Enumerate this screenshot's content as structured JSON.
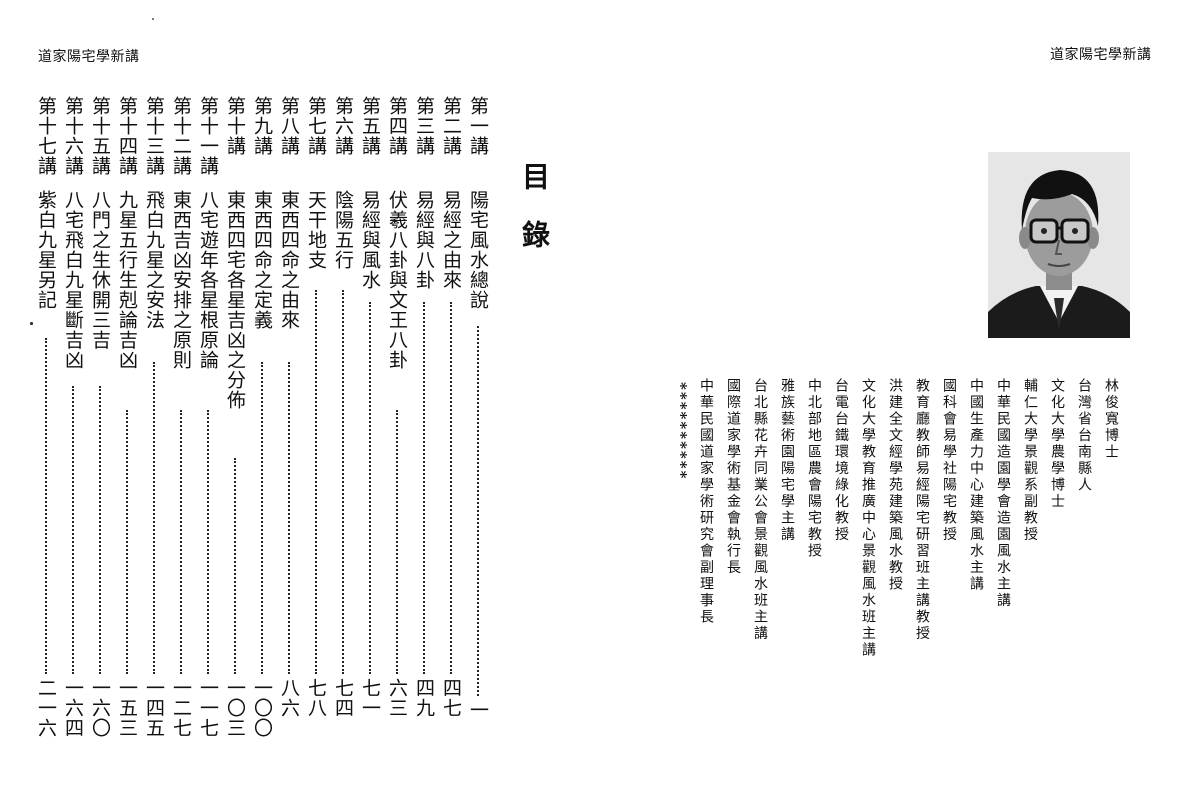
{
  "header": {
    "book_title_left": "道家陽宅學新講",
    "book_title_right": "道家陽宅學新講"
  },
  "contents_title": "目錄",
  "toc": [
    {
      "lecture": "第一講",
      "title": "陽宅風水總說",
      "page": "一"
    },
    {
      "lecture": "第二講",
      "title": "易經之由來",
      "page": "四七"
    },
    {
      "lecture": "第三講",
      "title": "易經與八卦",
      "page": "四九"
    },
    {
      "lecture": "第四講",
      "title": "伏羲八卦與文王八卦",
      "page": "六三"
    },
    {
      "lecture": "第五講",
      "title": "易經與風水",
      "page": "七一"
    },
    {
      "lecture": "第六講",
      "title": "陰陽五行",
      "page": "七四"
    },
    {
      "lecture": "第七講",
      "title": "天干地支",
      "page": "七八"
    },
    {
      "lecture": "第八講",
      "title": "東西四命之由來",
      "page": "八六"
    },
    {
      "lecture": "第九講",
      "title": "東西四命之定義",
      "page": "一〇〇"
    },
    {
      "lecture": "第十講",
      "title": "東西四宅各星吉凶之分佈",
      "page": "一〇三"
    },
    {
      "lecture": "第十一講",
      "title": "八宅遊年各星根原論",
      "page": "一一七"
    },
    {
      "lecture": "第十二講",
      "title": "東西吉凶安排之原則",
      "page": "一二七"
    },
    {
      "lecture": "第十三講",
      "title": "飛白九星之安法",
      "page": "一四五"
    },
    {
      "lecture": "第十四講",
      "title": "九星五行生剋論吉凶",
      "page": "一五三"
    },
    {
      "lecture": "第十五講",
      "title": "八門之生休開三吉",
      "page": "一六〇"
    },
    {
      "lecture": "第十六講",
      "title": "八宅飛白九星斷吉凶",
      "page": "一六四"
    },
    {
      "lecture": "第十七講",
      "title": "紫白九星另記",
      "page": "二一六"
    }
  ],
  "author": {
    "photo_alt": "author-portrait",
    "bio_lines": [
      "林俊寬博士",
      "台灣省台南縣人",
      "文化大學農學博士",
      "輔仁大學景觀系副教授",
      "中華民國造園學會造園風水主講",
      "中國生產力中心建築風水主講",
      "國科會易學社陽宅教授",
      "教育廳教師易經陽宅研習班主講教授",
      "洪建全文經學苑建築風水教授",
      "文化大學教育推廣中心景觀風水班主講",
      "台電台鐵環境綠化教授",
      "中北部地區農會陽宅教授",
      "雅族藝術園陽宅學主講",
      "台北縣花卉同業公會景觀風水班主講",
      "國際道家學術基金會執行長",
      "中華民國道家學術研究會副理事長",
      "**********"
    ]
  }
}
